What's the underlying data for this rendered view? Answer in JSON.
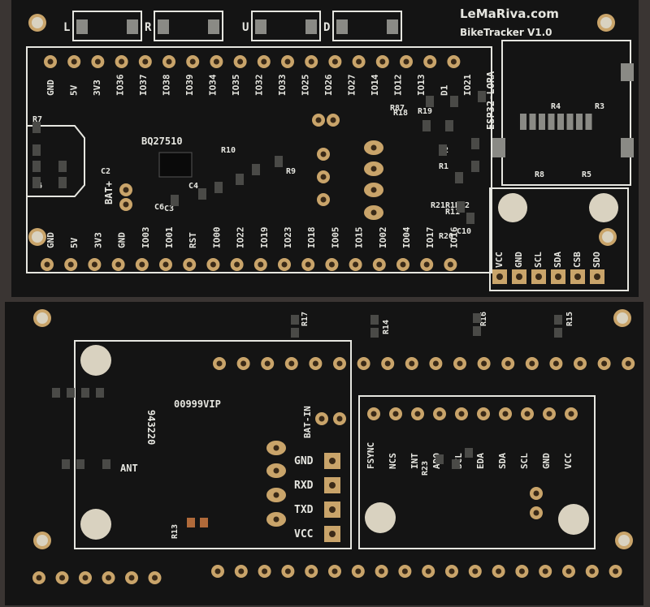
{
  "colors": {
    "background": "#3a3533",
    "pcb": "#141414",
    "silkscreen": "#e6e6e0",
    "copper_pad": "#c9a46a",
    "hole_fill": "#3a2a18",
    "mounting_hole": "#d9d2c0"
  },
  "top_board": {
    "brand": "LeMaRiva.com",
    "product": "BikeTracker V1.0",
    "buttons": [
      "L",
      "R",
      "U",
      "D"
    ],
    "top_header_labels": [
      "GND",
      "5V",
      "3V3",
      "IO36",
      "IO37",
      "IO38",
      "IO39",
      "IO34",
      "IO35",
      "IO32",
      "IO33",
      "IO25",
      "IO26",
      "IO27",
      "IO14",
      "IO12",
      "IO13",
      "D1",
      "IO21"
    ],
    "bottom_header_labels": [
      "GND",
      "5V",
      "3V3",
      "GND",
      "IO03",
      "IO01",
      "RST",
      "IO00",
      "IO22",
      "IO19",
      "IO23",
      "IO18",
      "IO05",
      "IO15",
      "IO02",
      "IO04",
      "IO17",
      "IO16"
    ],
    "module_label": "ESP32-LORA",
    "chip_label": "BQ27510",
    "battery_label": "BAT+",
    "connector_labels": [
      "VCC",
      "GND",
      "SCL",
      "SDA",
      "CSB",
      "SDO"
    ],
    "refs": [
      "R1",
      "R2",
      "R3",
      "R4",
      "R5",
      "R6",
      "R7",
      "R8",
      "R9",
      "R10",
      "R11",
      "R12",
      "R18",
      "R19",
      "R20",
      "R21",
      "R22",
      "C2",
      "C3",
      "C4",
      "C6",
      "C10",
      "R87"
    ]
  },
  "bottom_board": {
    "refs": [
      "R17",
      "R14",
      "R16",
      "R15",
      "R13",
      "R23"
    ],
    "module_code": "00999VIP",
    "side_code": "943220",
    "antenna_label": "ANT",
    "battery_in": "BAT-IN",
    "serial_labels": [
      "GND",
      "RXD",
      "TXD",
      "VCC"
    ],
    "imu_labels": [
      "FSYNC",
      "NCS",
      "INT",
      "ADO",
      "SCL",
      "EDA",
      "SDA",
      "SCL",
      "GND",
      "VCC"
    ]
  }
}
